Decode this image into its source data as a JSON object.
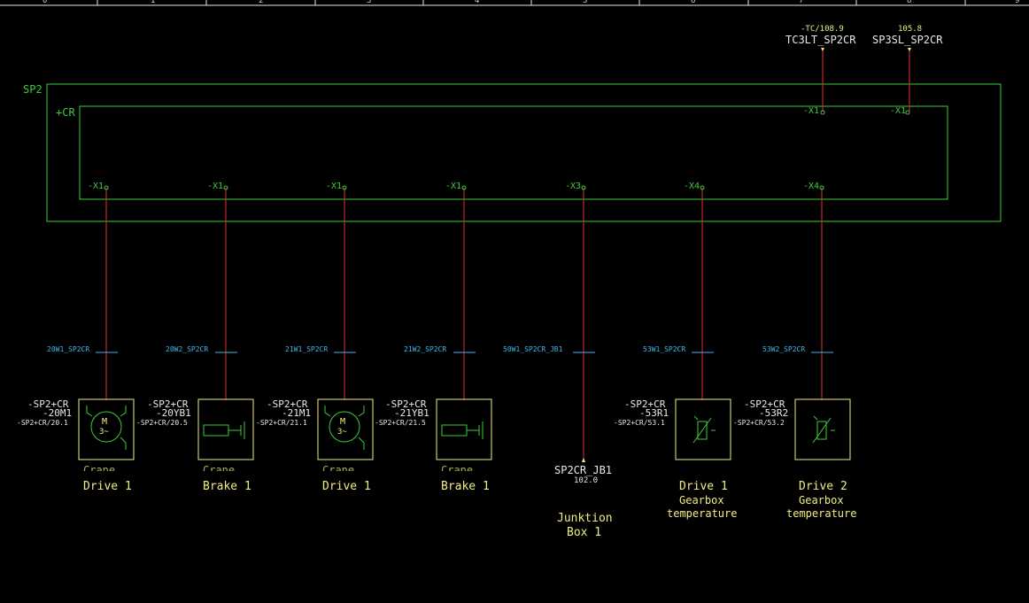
{
  "colors": {
    "background": "#000000",
    "location_box": "#3ccc3c",
    "wire": "#e03030",
    "device": "#f0ee80",
    "cable_label": "#3fb8f0",
    "ruler": "#e8e8e8"
  },
  "ruler": [
    "0",
    "1",
    "2",
    "3",
    "4",
    "5",
    "6",
    "7",
    "8",
    "9"
  ],
  "location": {
    "function_label": "SP2",
    "location_label": "+CR"
  },
  "top_refs": [
    {
      "ref": "-TC/108.9",
      "name": "TC3LT_SP2CR",
      "terminal": "-X1"
    },
    {
      "ref": "105.8",
      "name": "SP3SL_SP2CR",
      "terminal": "-X1"
    }
  ],
  "columns": [
    {
      "terminal": "-X1",
      "cable": "20W1_SP2CR",
      "tag1": "-SP2+CR",
      "tag2": "-20M1",
      "tag3": "-SP2+CR/20.1",
      "symbol": "motor-icon",
      "symbol_text1": "M",
      "symbol_text2": "3~",
      "desc1": "Crane",
      "desc2": "Drive 1",
      "desc3": ""
    },
    {
      "terminal": "-X1",
      "cable": "20W2_SP2CR",
      "tag1": "-SP2+CR",
      "tag2": "-20YB1",
      "tag3": "-SP2+CR/20.5",
      "symbol": "brake-icon",
      "desc1": "Crane",
      "desc2": "Brake 1",
      "desc3": ""
    },
    {
      "terminal": "-X1",
      "cable": "21W1_SP2CR",
      "tag1": "-SP2+CR",
      "tag2": "-21M1",
      "tag3": "-SP2+CR/21.1",
      "symbol": "motor-icon",
      "symbol_text1": "M",
      "symbol_text2": "3~",
      "desc1": "Crane",
      "desc2": "Drive 1",
      "desc3": ""
    },
    {
      "terminal": "-X1",
      "cable": "21W2_SP2CR",
      "tag1": "-SP2+CR",
      "tag2": "-21YB1",
      "tag3": "-SP2+CR/21.5",
      "symbol": "brake-icon",
      "desc1": "Crane",
      "desc2": "Brake 1",
      "desc3": ""
    },
    {
      "terminal": "-X3",
      "cable": "50W1_SP2CR_JB1",
      "jb_name": "SP2CR_JB1",
      "jb_ref": "102.0",
      "desc1": "Junktion",
      "desc2": "Box 1"
    },
    {
      "terminal": "-X4",
      "cable": "53W1_SP2CR",
      "tag1": "-SP2+CR",
      "tag2": "-53R1",
      "tag3": "-SP2+CR/53.1",
      "symbol": "thermistor-icon",
      "desc1": "Drive 1",
      "desc2": "Gearbox",
      "desc3": "temperature"
    },
    {
      "terminal": "-X4",
      "cable": "53W2_SP2CR",
      "tag1": "-SP2+CR",
      "tag2": "-53R2",
      "tag3": "-SP2+CR/53.2",
      "symbol": "thermistor-icon",
      "desc1": "Drive 2",
      "desc2": "Gearbox",
      "desc3": "temperature"
    }
  ]
}
